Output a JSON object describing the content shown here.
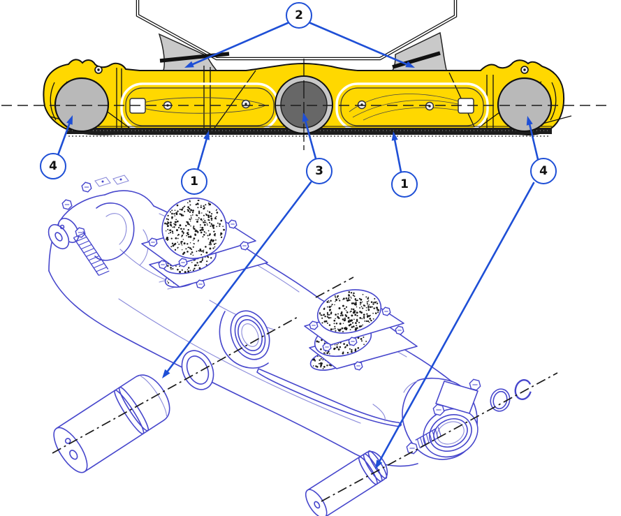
{
  "figure": {
    "type": "exploded-parts-diagram",
    "callouts": {
      "c2": "2",
      "c4_left": "4",
      "c1_left": "1",
      "c3": "3",
      "c1_right": "1",
      "c4_right": "4"
    },
    "colors": {
      "axle_highlight": "#FFD800",
      "callout_blue": "#1E4FD6",
      "lineart_blue": "#4646CC",
      "lineart_light_blue": "#8A8ADA",
      "support_gray": "#C9C9C9",
      "boss_gray": "#B9B9B9",
      "bore_gray": "#676767",
      "centerline_black": "#1A1A1A"
    }
  }
}
